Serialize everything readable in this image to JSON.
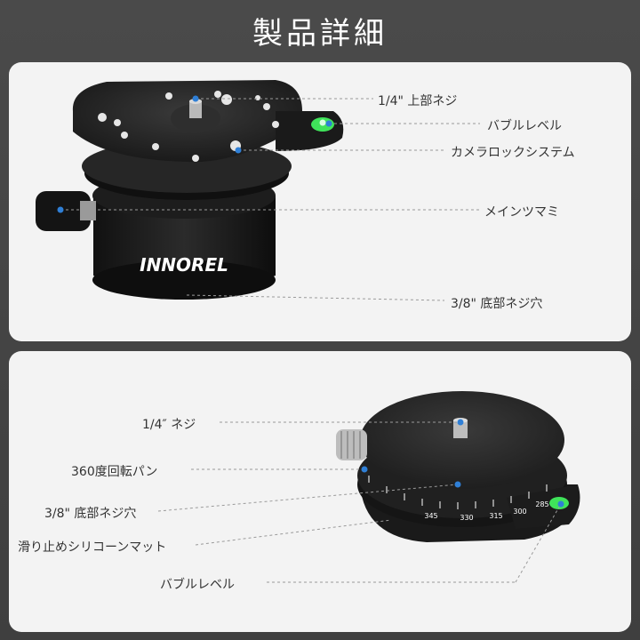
{
  "title": "製品詳細",
  "brand_logo": "INNOREL",
  "colors": {
    "accent": "#2f7fd6",
    "bubble": "#3fe35a",
    "panel": "#f3f3f3",
    "background": "#454545"
  },
  "top_panel": {
    "labels": [
      "1/4\" 上部ネジ",
      "バブルレベル",
      "カメラロックシステム",
      "メインツマミ",
      "3/8\" 底部ネジ穴"
    ]
  },
  "bottom_panel": {
    "labels": [
      "1/4″ ネジ",
      "360度回転パン",
      "3/8\" 底部ネジ穴",
      "滑り止めシリコーンマット",
      "バブルレベル"
    ],
    "dial_numbers": [
      "345",
      "330",
      "315",
      "300",
      "285"
    ]
  }
}
